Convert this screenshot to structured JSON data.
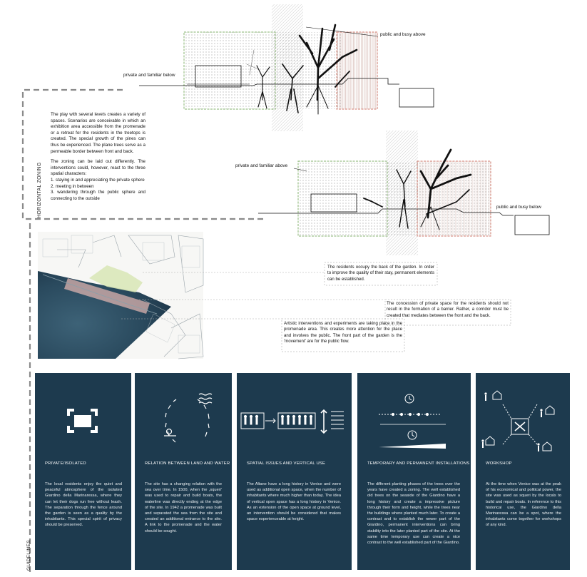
{
  "section_labels": {
    "horizontal": "HORIZONTAL ZONING",
    "guidelines": "GUIDELINES"
  },
  "section1": {
    "label_private": "private and familiar below",
    "label_public": "public and busy above"
  },
  "section2": {
    "label_private": "private and familiar above",
    "label_public": "public and busy below"
  },
  "intro": {
    "p1": "The play with several levels creates a variety of spaces. Scenarios are conceivable in which an exhibition area accessible from the promenade or a retreat for the residents in the treetops is created. The special growth of the pines can thus be experienced. The plane trees serve as a permeable border between front and back.",
    "p2": "The zoning can be laid out differently. The interventions could, however, react to the three spatial characters:",
    "list": [
      "1. staying in and appreciating the private sphere",
      "2. meeting in between",
      "3. wandering through the public sphere and connecting to the outside"
    ]
  },
  "notes": {
    "residents": "The residents occupy the back of the garden. In order to improve the quality of their stay, permanent elements can be established.",
    "concession": "The concession of private space for the residents should not result in the formation of a barrier. Rather, a corridor must be created that mediates between the front and the back.",
    "artistic": "Artistic interventions and experiments are taking place in the promenade area. This creates more attention for the place and involves the public. The front part of the garden is the 'movement' are for the public flow."
  },
  "cards": [
    {
      "title": "PRIVATE/ISOLATED",
      "icon": "frame-icon",
      "text": "The local residents enjoy the quiet and peaceful atmosphere of the isolated Giardino della Marinaressa, where they can let their dogs run free without leash. The separation through the fence around the garden is seen as a quality by the inhabitants. This special spirit of privacy should be preserved."
    },
    {
      "title": "RELATION BETWEEN LAND AND WATER",
      "icon": "land-water-icon",
      "text": "The site has a changing relation with the sea over time. In 1500, when the ,squeri' was used to repair and build boats, the waterline was directly ending at the edge of the site. In 1942 a promenade was built and separated the sea from the site and created an additional entrance to the site. A link to the promenade and the water should be sought."
    },
    {
      "title": "SPATIAL ISSUES AND VERTICAL USE",
      "icon": "vertical-use-icon",
      "text": "The Altane have a long history in Venice and were used as additional open space, when the number of inhabitants where much higher than today. The idea of vertical open space has a long history in Venice. As an extension of the open space at ground level, an intervention should be considered that makes space experienceable at height."
    },
    {
      "title": "TEMPORARY AND PERMANENT INSTALLATIONS",
      "icon": "clock-timeline-icon",
      "text": "The different planting phases of the trees over the years have created a zoning. The well established old trees on the seaside of the Giardino have a long history and create a impressive picture through their form and height, while the trees near the buildings where planted much later. To create a contrast and to establish the newer part of the Giardino, permanent interventions can bring stability into the later planted part of the site. At the same time temporary use can create a nice contrast to the well established part of the Giardino."
    },
    {
      "title": "WORKSHOP",
      "icon": "workshop-tools-icon",
      "text": "At the time when Venice was at the peak of his economical and political power, the site was used as squeri by the locals to build and repair boats. In reference to this historical use, the Giardino della Marinaressa can be a spot, where the inhabitants come together for workshops of any kind."
    }
  ],
  "colors": {
    "card_bg": "#1d3a4e",
    "green_zone": "#9cc08a",
    "pink_zone": "#d9958a",
    "water": "#2f4f63",
    "dash": "#8a8a8a"
  }
}
